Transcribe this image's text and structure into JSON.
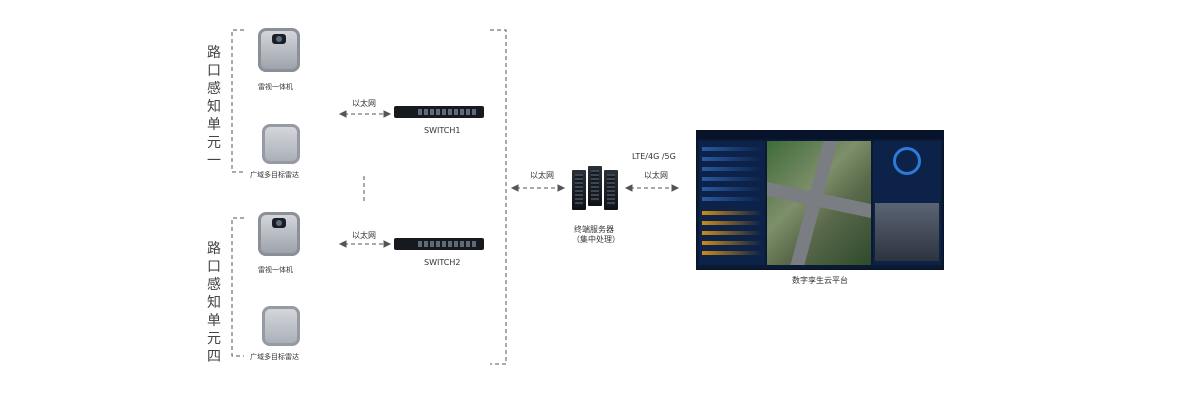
{
  "groups": [
    {
      "label": "路口感知单元一",
      "camera_label": "雷视一体机",
      "radar_label": "广域多目标雷达",
      "switch_label": "SWITCH1",
      "link_label": "以太网"
    },
    {
      "label": "路口感知单元四",
      "camera_label": "雷视一体机",
      "radar_label": "广域多目标雷达",
      "switch_label": "SWITCH2",
      "link_label": "以太网"
    }
  ],
  "server": {
    "link_label": "以太网",
    "label_line1": "终端服务器",
    "label_line2": "（集中处理）"
  },
  "uplink": {
    "label_top": "LTE/4G /5G",
    "label_bottom": "以太网"
  },
  "platform": {
    "label": "数字孪生云平台"
  },
  "icons": {
    "camera": "radar-camera-icon",
    "radar": "radar-icon",
    "switch": "switch-icon",
    "server": "server-rack-icon",
    "screen": "dashboard-screen-icon"
  }
}
